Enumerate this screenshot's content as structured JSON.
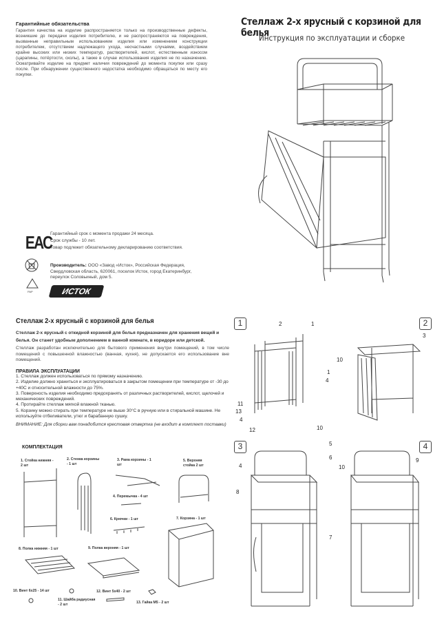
{
  "warranty": {
    "heading": "Гарантийные обязательства",
    "text": "Гарантия качества на изделие распространяется только на производственные дефекты, возникшие до передачи изделия потребителю, и не распространяются на повреждения, вызванные неправильным использованием изделия или изменением конструкции потребителем, отсутствием надлежащего ухода, несчастными случаями, воздействием крайне высоких или низких температур, растворителей, кислот, естественным износом (царапины, потёртости, сколы), а также в случае использования изделия не по назначению. Осматривайте изделие на предмет наличия повреждений до момента покупки или сразу после. При обнаружении существенного недостатка необходимо обращаться по месту его покупки."
  },
  "header": {
    "title": "Стеллаж 2-х ярусный с корзиной для белья",
    "subtitle": "Инструкция по эксплуатации и сборке"
  },
  "cert": {
    "eac_logo": "ЕАС",
    "lines": [
      "Гарантийный срок с момента продажи 24 месяца.",
      "Срок службы  - 10 лет.",
      "Товар подлежит обязательному декларированию соответствия."
    ],
    "manufacturer_label": "Производитель:",
    "manufacturer_text": "ООО «Завод «Исток», Российская Федерация, Свердловская область, 620061, поселок Исток, город Екатеринбург, переулок Соловьиный, дом 5.",
    "pap_label": "PAP",
    "brand_logo": "ИСТОК"
  },
  "product": {
    "title": "Стеллаж 2-х ярусный с корзиной для белья",
    "description": "Стеллаж 2-х ярусный с откидной корзиной для белья предназначен для хранения вещей и белья. Он станет удобным дополнением в ванной комнате, в коридоре или детской.",
    "usage": "Стеллаж разработан исключительно для бытового применения внутри помещений, в том числе помещений с повышенной влажностью (ванная, кухня), не допускается его использование вне помещений."
  },
  "rules": {
    "heading": "ПРАВИЛА ЭКСПЛУАТАЦИИ",
    "items": [
      "1. Стеллаж должен использоваться по прямому назначению.",
      "2. Изделие должно храниться и эксплуатироваться в закрытом помещении при температуре от -30 до +40С и относительной влажности до 75%.",
      "3. Поверхность изделия необходимо предохранять от различных растворителей, кислот, щелочей и механических повреждений.",
      "4. Протирайте стеллаж мягкой влажной тканью.",
      "5. Корзину можно стирать при температуре не выше 30°С в ручную или в стиральной машине. Не используйте отбеливатели, утюг и барабанную сушку."
    ],
    "warning": "ВНИМАНИЕ: Для сборки вам понадобится крестовая отвертка (не входит в комплект поставки)"
  },
  "kit": {
    "heading": "КОМПЛЕКТАЦИЯ",
    "parts": [
      "1. Стойка нижняя - 2 шт",
      "2. Стенка корзины - 1 шт",
      "3. Рама корзины - 1 шт",
      "4. Перемычка - 4 шт",
      "5. Верхняя стойка 2 шт",
      "6. Крючки - 1 шт",
      "7. Корзина - 1 шт",
      "8. Полка нижняя - 1 шт",
      "9. Полка верхняя - 1 шт",
      "10. Винт 6х25 - 14 шт",
      "11. Шайба радиусная - 2 шт",
      "12. Винт 5х40 - 2 шт",
      "13. Гайка М5 - 2 шт"
    ]
  },
  "steps": {
    "numbers": [
      "1",
      "2",
      "3",
      "4"
    ],
    "callouts1": [
      "2",
      "1",
      "1",
      "4",
      "11",
      "13",
      "4",
      "12",
      "10"
    ],
    "callouts2": [
      "3",
      "10"
    ],
    "callouts3": [
      "5",
      "4",
      "6",
      "10",
      "8",
      "7"
    ],
    "callouts4": [
      "9"
    ]
  }
}
